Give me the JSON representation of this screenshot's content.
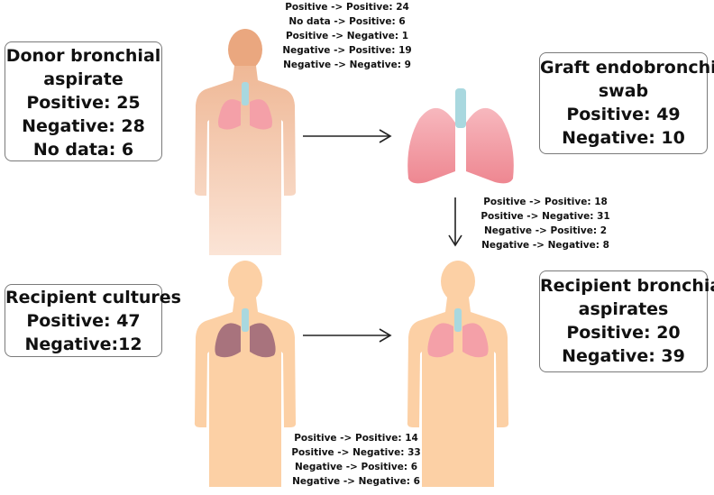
{
  "donor_box": {
    "lines": [
      "Donor bronchial",
      "aspirate",
      "Positive: 25",
      "Negative: 28",
      "No data: 6"
    ]
  },
  "graft_box": {
    "lines": [
      "Graft endobronchial",
      "swab",
      "Positive: 49",
      "Negative: 10"
    ]
  },
  "recipient_cultures_box": {
    "lines": [
      "Recipient cultures",
      "Positive: 47",
      "Negative:12"
    ]
  },
  "recipient_aspirates_box": {
    "lines": [
      "Recipient bronchial",
      "aspirates",
      "Positive: 20",
      "Negative: 39"
    ]
  },
  "donor_to_graft": {
    "lines": [
      "Positive -> Positive: 24",
      "No data -> Positive: 6",
      "Positive -> Negative: 1",
      "Negative -> Positive: 19",
      "Negative -> Negative: 9"
    ]
  },
  "graft_to_recipient_aspirates": {
    "lines": [
      "Positive -> Positive: 18",
      "Positive -> Negative: 31",
      "Negative -> Positive: 2",
      "Negative -> Negative: 8"
    ]
  },
  "cultures_to_aspirates": {
    "lines": [
      "Positive -> Positive: 14",
      "Positive -> Negative: 33",
      "Negative -> Positive: 6",
      "Negative -> Negative: 6"
    ]
  },
  "colors": {
    "donor_skin": "#f7d2b9",
    "donor_head": "#eaa77f",
    "recipient_skin": "#fcd0a5",
    "lung_pink": "#f4a0a8",
    "lung_purple": "#a8737d",
    "trachea": "#a9d8df"
  }
}
